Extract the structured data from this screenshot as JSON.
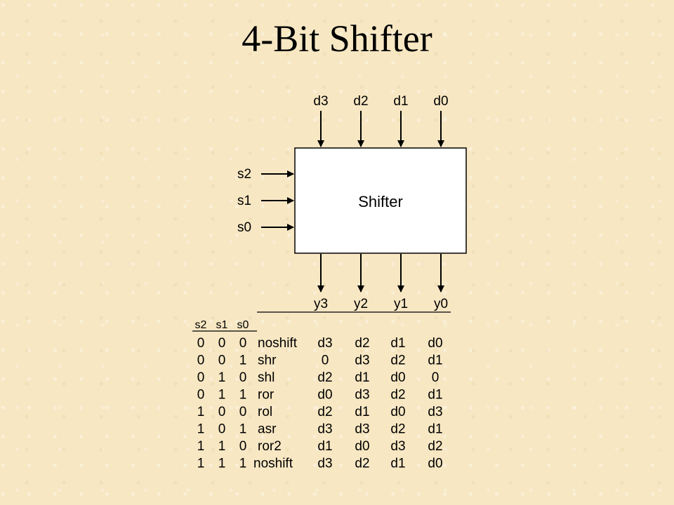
{
  "title": "4-Bit Shifter",
  "block": {
    "label": "Shifter",
    "data_inputs": [
      "d3",
      "d2",
      "d1",
      "d0"
    ],
    "select_inputs": [
      "s2",
      "s1",
      "s0"
    ],
    "outputs": [
      "y3",
      "y2",
      "y1",
      "y0"
    ]
  },
  "table": {
    "headers": [
      "s2",
      "s1",
      "s0"
    ],
    "rows": [
      {
        "s2": "0",
        "s1": "0",
        "s0": "0",
        "op": "noshift",
        "y3": "d3",
        "y2": "d2",
        "y1": "d1",
        "y0": "d0"
      },
      {
        "s2": "0",
        "s1": "0",
        "s0": "1",
        "op": "shr",
        "y3": "0",
        "y2": "d3",
        "y1": "d2",
        "y0": "d1"
      },
      {
        "s2": "0",
        "s1": "1",
        "s0": "0",
        "op": "shl",
        "y3": "d2",
        "y2": "d1",
        "y1": "d0",
        "y0": "0"
      },
      {
        "s2": "0",
        "s1": "1",
        "s0": "1",
        "op": "ror",
        "y3": "d0",
        "y2": "d3",
        "y1": "d2",
        "y0": "d1"
      },
      {
        "s2": "1",
        "s1": "0",
        "s0": "0",
        "op": "rol",
        "y3": "d2",
        "y2": "d1",
        "y1": "d0",
        "y0": "d3"
      },
      {
        "s2": "1",
        "s1": "0",
        "s0": "1",
        "op": "asr",
        "y3": "d3",
        "y2": "d3",
        "y1": "d2",
        "y0": "d1"
      },
      {
        "s2": "1",
        "s1": "1",
        "s0": "0",
        "op": "ror2",
        "y3": "d1",
        "y2": "d0",
        "y1": "d3",
        "y0": "d2"
      },
      {
        "s2": "1",
        "s1": "1",
        "s0": "1",
        "op": "noshift",
        "y3": "d3",
        "y2": "d2",
        "y1": "d1",
        "y0": "d0"
      }
    ]
  }
}
